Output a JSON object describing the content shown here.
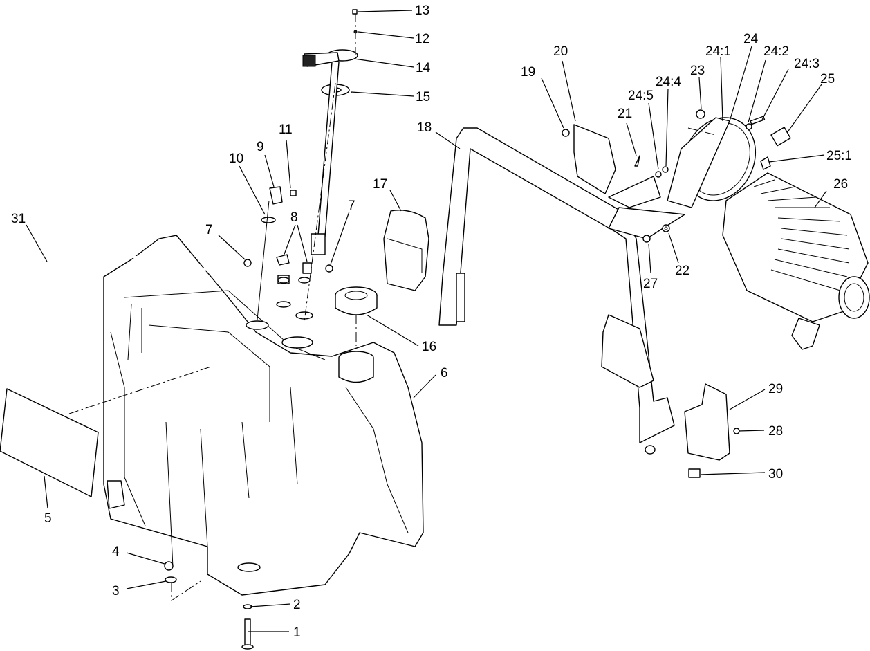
{
  "callouts": {
    "c1": "1",
    "c2": "2",
    "c3": "3",
    "c4": "4",
    "c5": "5",
    "c6": "6",
    "c7a": "7",
    "c7b": "7",
    "c8": "8",
    "c9": "9",
    "c10": "10",
    "c11": "11",
    "c12": "12",
    "c13": "13",
    "c14": "14",
    "c15": "15",
    "c16": "16",
    "c17": "17",
    "c18": "18",
    "c19": "19",
    "c20": "20",
    "c21": "21",
    "c22": "22",
    "c23": "23",
    "c24": "24",
    "c24_1": "24:1",
    "c24_2": "24:2",
    "c24_3": "24:3",
    "c24_4": "24:4",
    "c24_5": "24:5",
    "c25": "25",
    "c25_1": "25:1",
    "c26": "26",
    "c27": "27",
    "c28": "28",
    "c29": "29",
    "c30": "30",
    "c31": "31"
  }
}
